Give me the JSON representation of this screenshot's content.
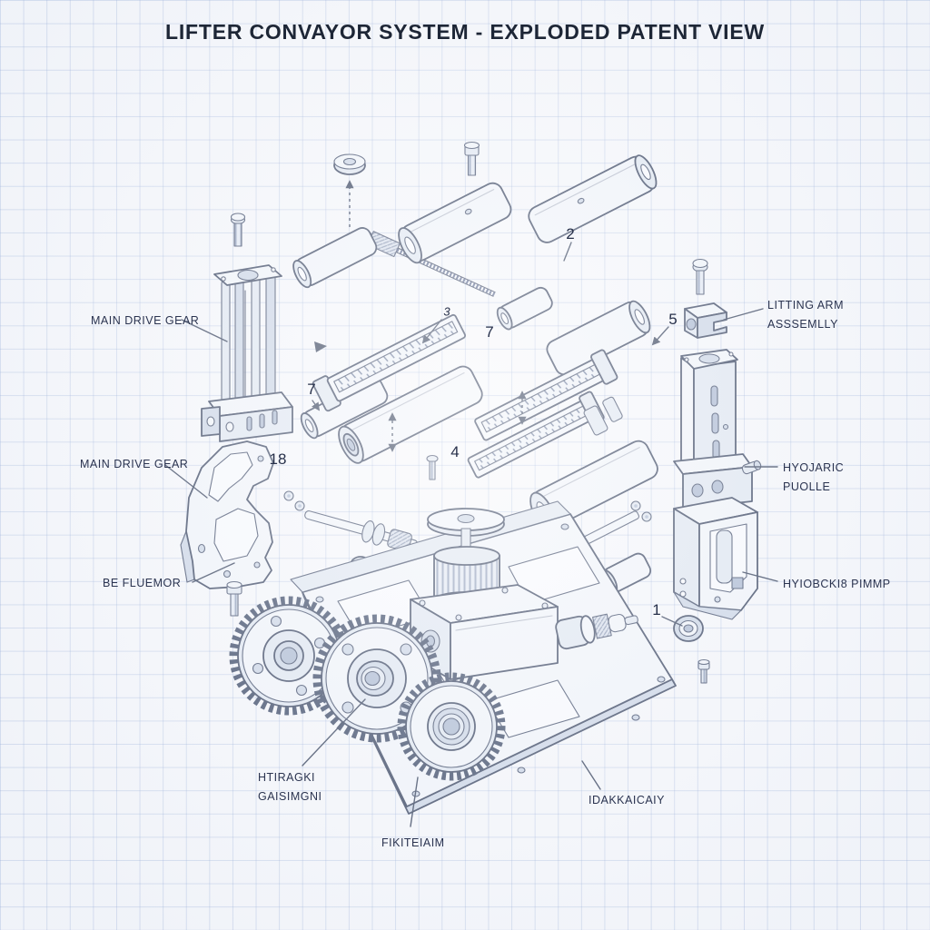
{
  "title": "LIFTER CONVAYOR SYSTEM - EXPLODED PATENT VIEW",
  "labels": {
    "main_drive_gear_1": {
      "text": "MAIN DRIVE GEAR"
    },
    "main_drive_gear_2": {
      "text": "MAIN DRIVE GEAR"
    },
    "be_fluemor": {
      "text": "BE FLUEMOR"
    },
    "lifting_arm": {
      "line1": "LITTING ARM",
      "line2": "ASSSEMLLY"
    },
    "hydraulic_pulley": {
      "line1": "HYOJARIC",
      "line2": "PUOLLE"
    },
    "hydraulic_pump": {
      "text": "HYIOBCKI8 PIMMP"
    },
    "gear_train": {
      "line1": "HTIRAGKI",
      "line2": "GAISIMGNI"
    },
    "base_label": {
      "text": "IDAKKAICAIY"
    },
    "plate_label": {
      "text": "FIKITEIAIM"
    }
  },
  "part_numbers": {
    "p2": "2",
    "p3": "3",
    "p5": "5",
    "p7a": "7",
    "p7b": "7",
    "p4": "4",
    "p18": "18",
    "p1": "1"
  },
  "colors": {
    "paper": "#f7f8fb",
    "grid_line": "#c9d5e9",
    "outline": "#303c58",
    "metal_light": "#f2f5fa",
    "metal_mid": "#e0e7f1",
    "metal_dark": "#cbd5e5",
    "text": "#2b3450"
  }
}
